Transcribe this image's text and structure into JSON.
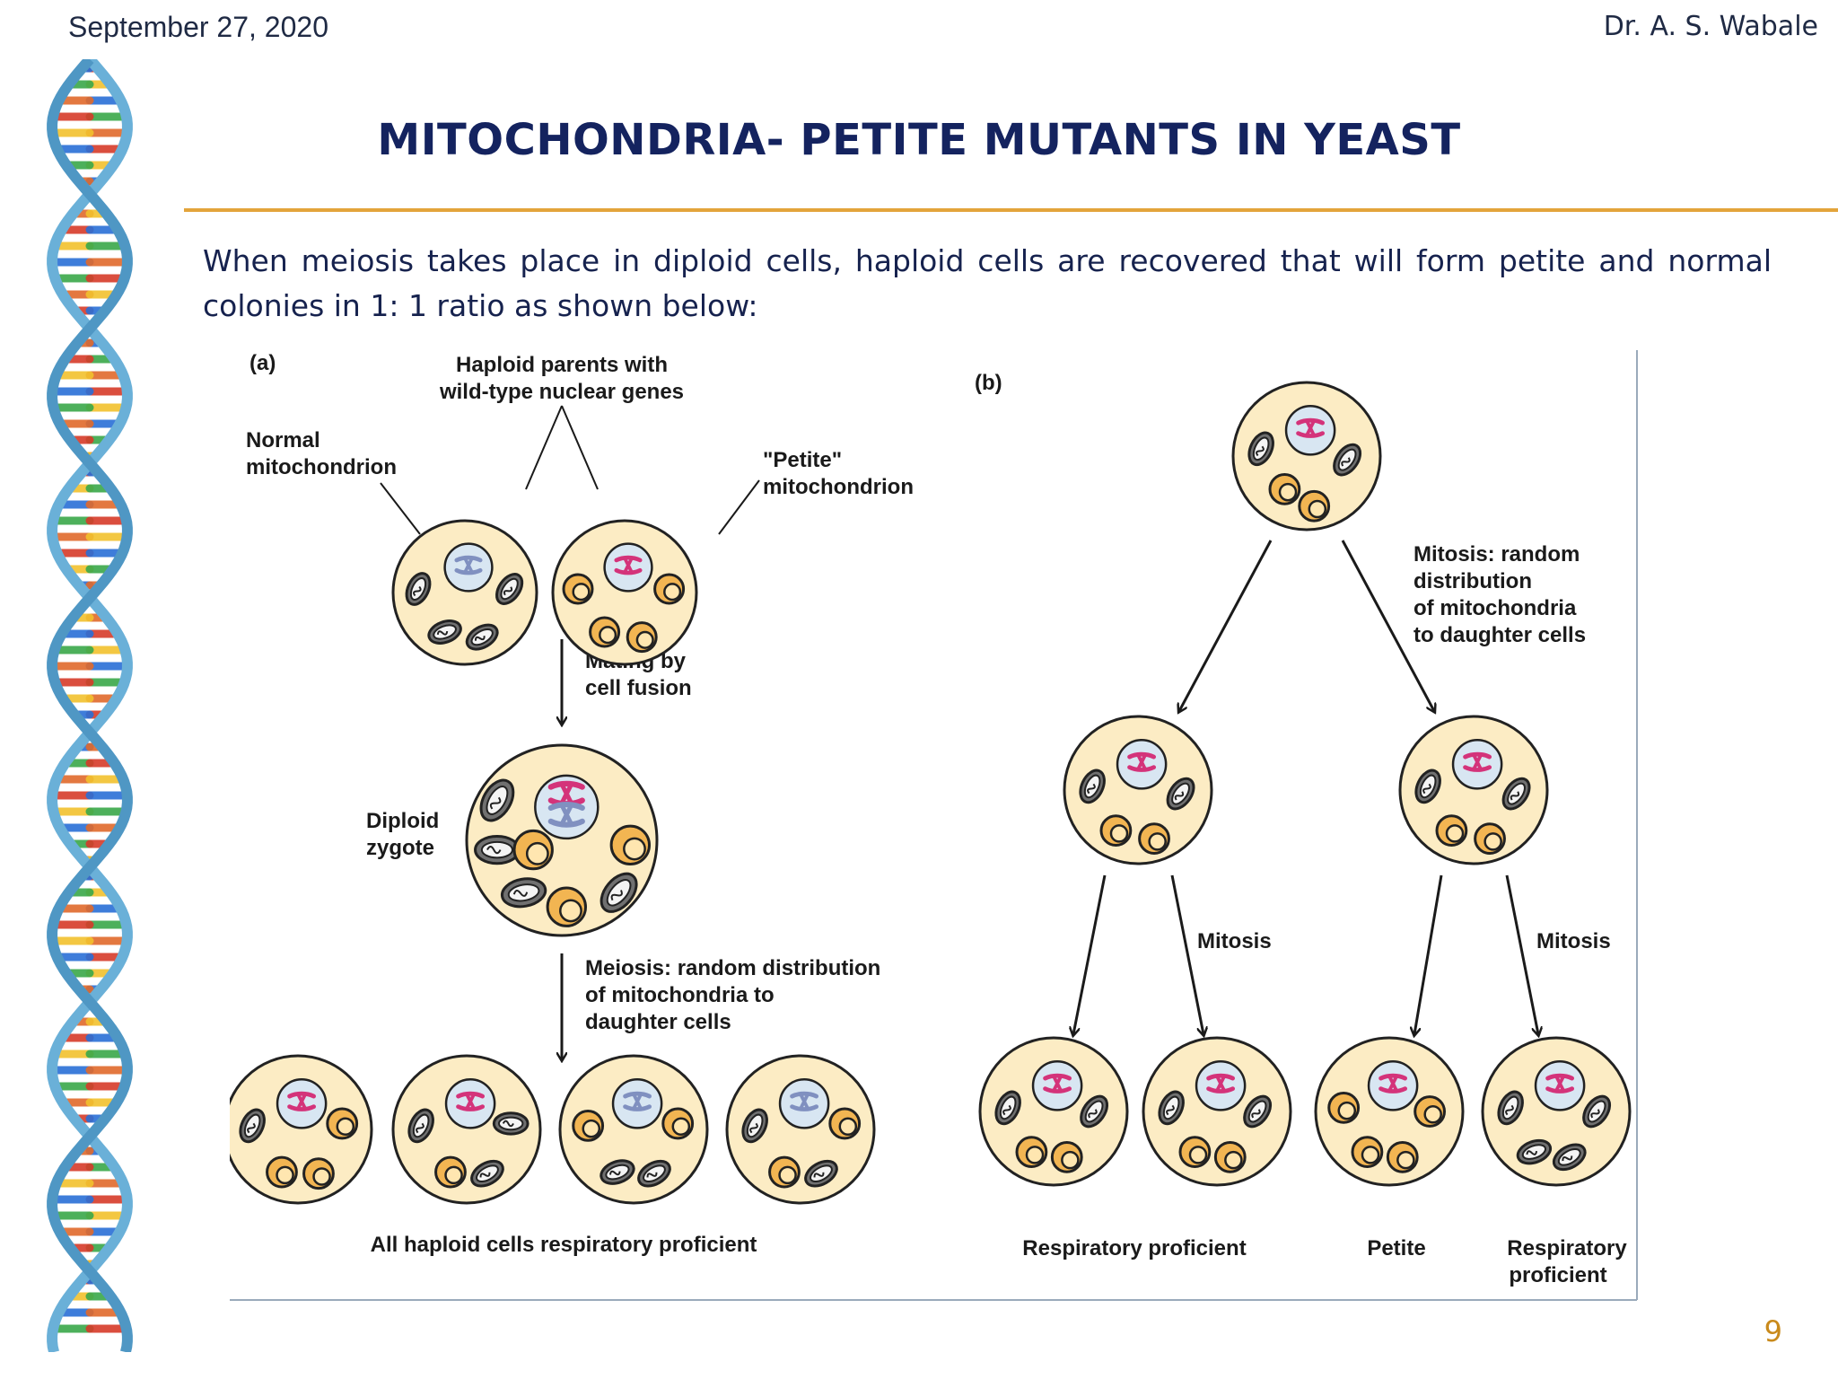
{
  "header": {
    "date": "September 27, 2020",
    "author": "Dr. A. S. Wabale"
  },
  "title": "MITOCHONDRIA- PETITE MUTANTS IN YEAST",
  "body_text": "When meiosis takes place in diploid cells, haploid cells are recovered that will form petite and normal colonies in 1: 1 ratio as shown below:",
  "page_number": "9",
  "colors": {
    "title": "#14235f",
    "rule": "#e3a43b",
    "cell_fill": "#fcecc4",
    "petite_mito": "#f2b552",
    "normal_mito": "#707070",
    "chromosome_pink": "#d4337a",
    "chromosome_blue": "#8090c0",
    "helix_blue": "#6ab0d8"
  },
  "figure": {
    "panel_a": {
      "label": "(a)",
      "haploid_parents": [
        "Haploid parents with",
        "wild-type nuclear genes"
      ],
      "normal_mito": [
        "Normal",
        "mitochondrion"
      ],
      "petite_mito": [
        "\"Petite\"",
        "mitochondrion"
      ],
      "mating": [
        "Mating by",
        "cell fusion"
      ],
      "diploid": [
        "Diploid",
        "zygote"
      ],
      "meiosis": [
        "Meiosis: random distribution",
        "of mitochondria to",
        "daughter cells"
      ],
      "bottom": "All haploid cells respiratory proficient"
    },
    "panel_b": {
      "label": "(b)",
      "mitosis_random": [
        "Mitosis: random",
        "distribution",
        "of mitochondria",
        "to daughter cells"
      ],
      "mitosis": "Mitosis",
      "resp_proficient": "Respiratory proficient",
      "petite": "Petite",
      "resp_proficient_2": [
        "Respiratory",
        "proficient"
      ]
    }
  }
}
